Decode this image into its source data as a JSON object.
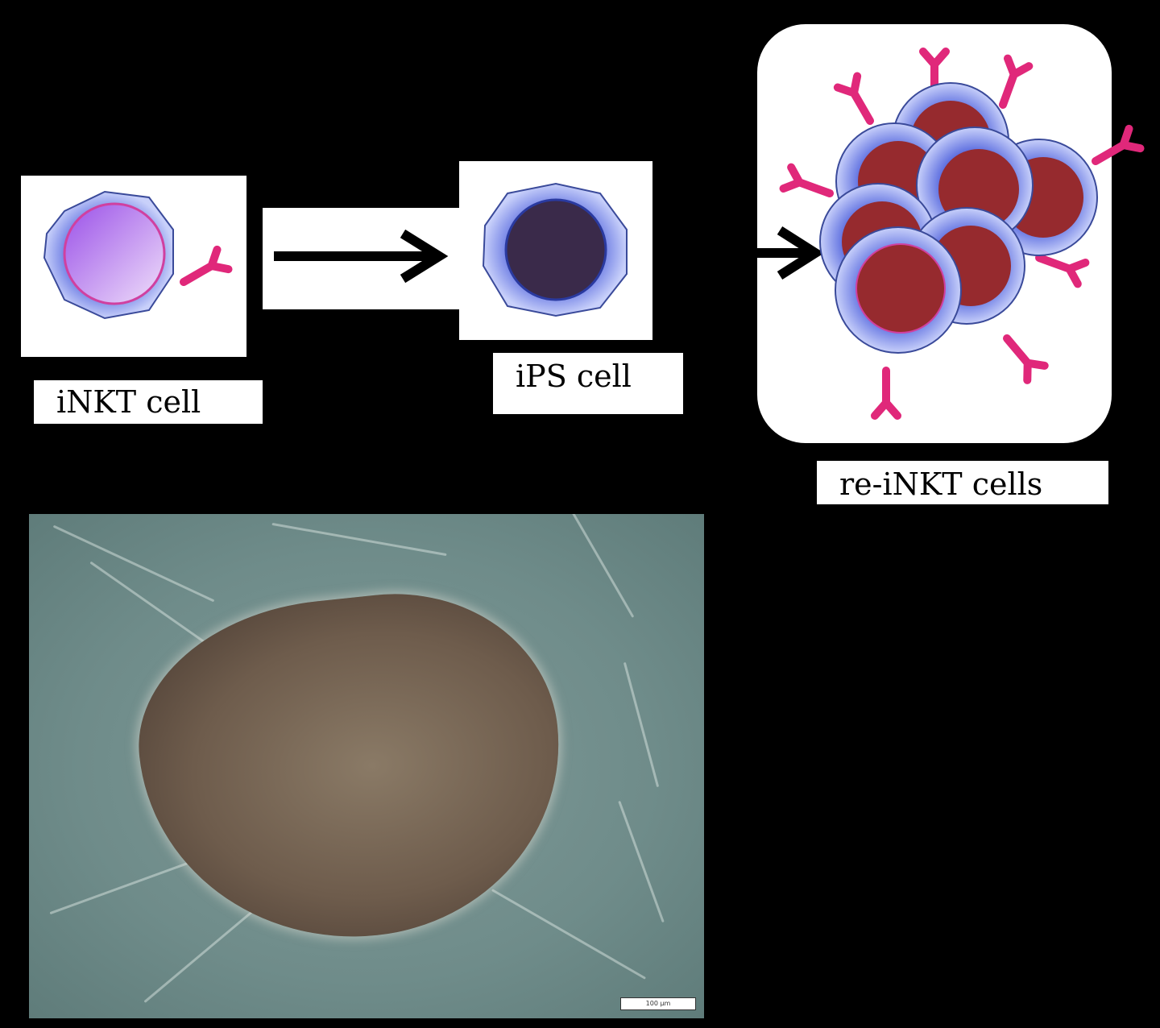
{
  "labels": {
    "inkt_cell": "iNKT cell",
    "ips_cell": "iPS cell",
    "re_inkt_cells": "re-iNKT cells"
  },
  "micrograph": {
    "scale_bar": "100 µm"
  },
  "colors": {
    "cell_membrane": "#8fa0f0",
    "inkt_nucleus": "#b070e0",
    "ips_nucleus": "#3a2a4a",
    "re_inkt_nucleus": "#962a2e",
    "receptor": "#e0287a"
  }
}
